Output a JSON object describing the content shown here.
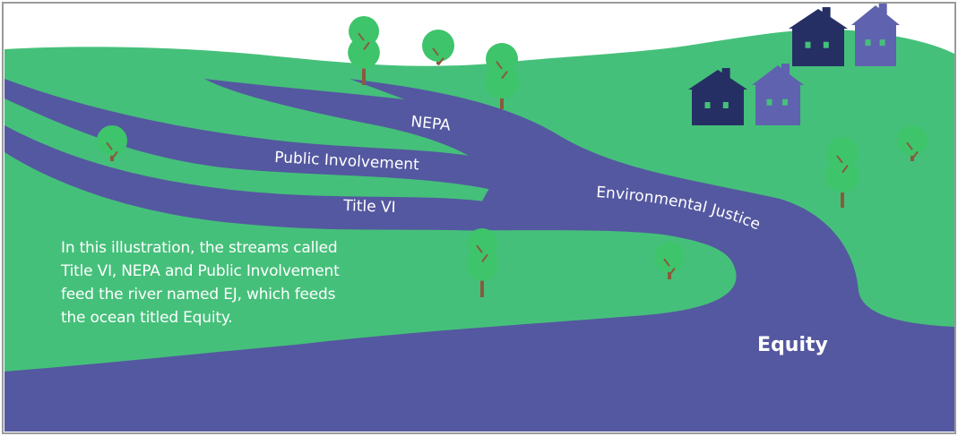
{
  "colors": {
    "land": "#45c07a",
    "water": "#5458a0",
    "house_dark": "#252f63",
    "house_light": "#5f62ae",
    "tree_leaf": "#3ec46b",
    "tree_trunk": "#8a5a3c",
    "text": "#ffffff"
  },
  "labels": {
    "nepa": "NEPA",
    "public_involvement": "Public Involvement",
    "title_vi": "Title VI",
    "environmental_justice": "Environmental Justice",
    "equity": "Equity"
  },
  "caption": {
    "lines": [
      "In this illustration, the streams called",
      "Title VI, NEPA and Public Involvement",
      "feed the river named EJ, which feeds",
      "the ocean titled Equity."
    ]
  },
  "icons": {
    "tree": "tree-icon",
    "house": "house-icon"
  }
}
